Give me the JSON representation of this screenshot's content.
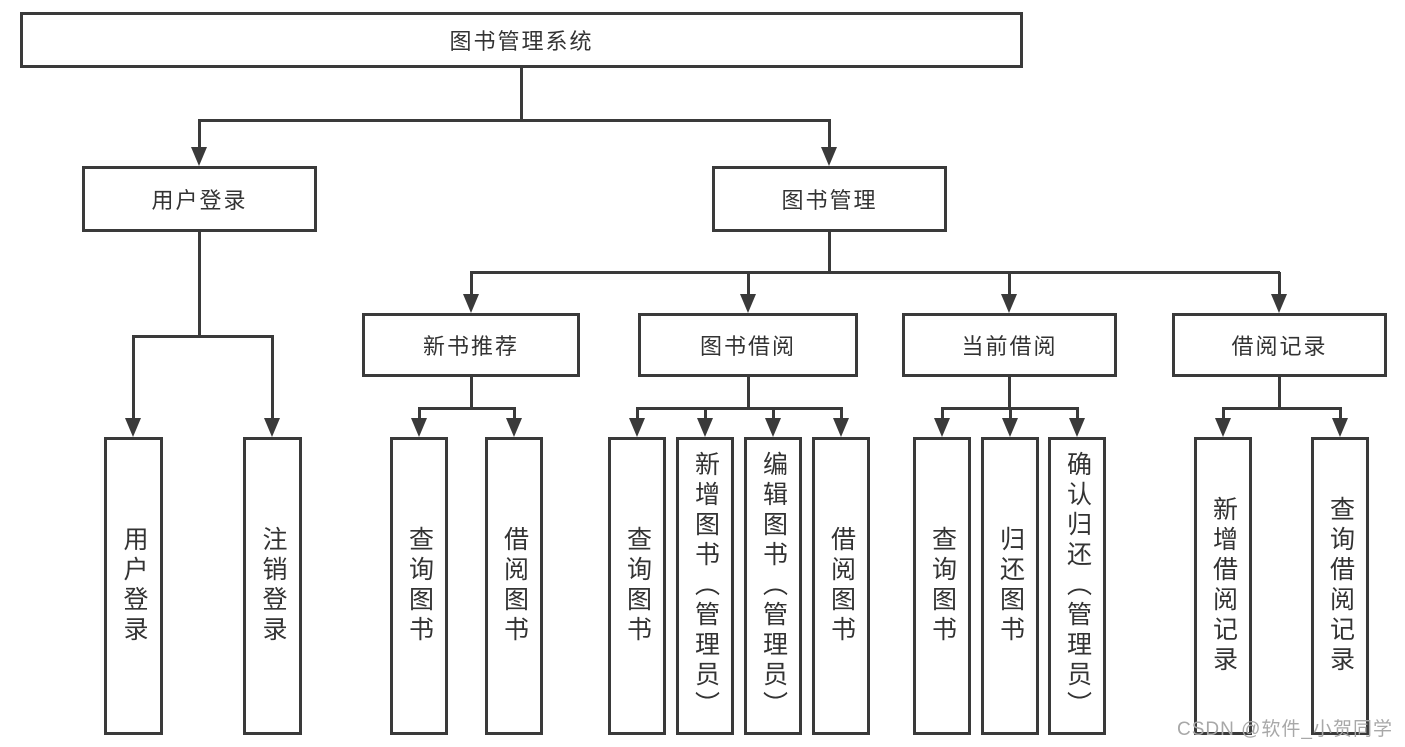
{
  "nodes": {
    "root": "图书管理系统",
    "user_login": "用户登录",
    "book_management": "图书管理",
    "new_book_recommend": "新书推荐",
    "book_borrowing": "图书借阅",
    "current_borrowing": "当前借阅",
    "borrowing_records": "借阅记录",
    "leaf_user_login": "用户登录",
    "leaf_logout": "注销登录",
    "leaf_recommend_query_books": "查询图书",
    "leaf_recommend_borrow_books": "借阅图书",
    "leaf_borrow_query_books": "查询图书",
    "leaf_borrow_add_books": "新增图书（管理员）",
    "leaf_borrow_edit_books": "编辑图书（管理员）",
    "leaf_borrow_borrow_books": "借阅图书",
    "leaf_current_query_books": "查询图书",
    "leaf_current_return_books": "归还图书",
    "leaf_current_confirm_return": "确认归还（管理员）",
    "leaf_records_add_record": "新增借阅记录",
    "leaf_records_query_record": "查询借阅记录"
  },
  "watermark": "CSDN @软件_小贺同学",
  "colors": {
    "line": "#3a3a3a",
    "text": "#333333",
    "box-bg": "#ffffff",
    "watermark": "#a8a8a8",
    "bg": "#ffffff"
  }
}
